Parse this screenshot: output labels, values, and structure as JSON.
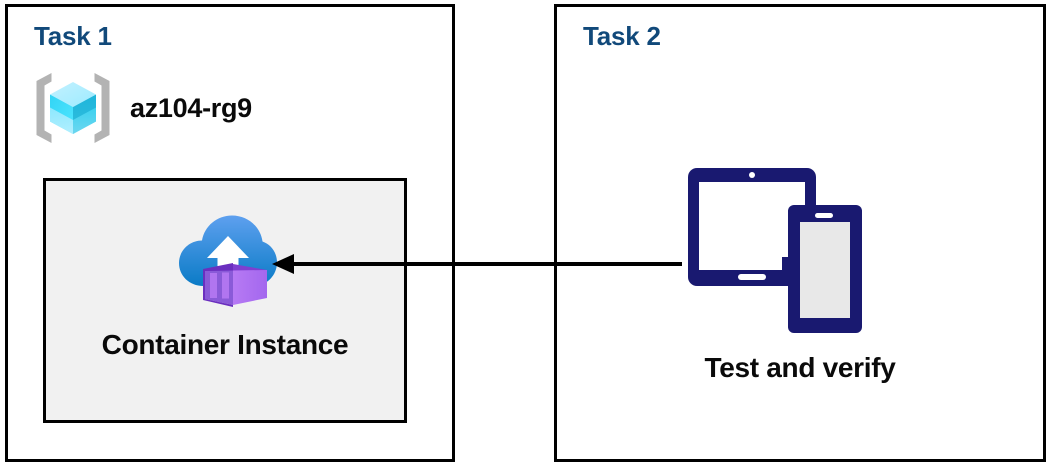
{
  "diagram": {
    "type": "architecture-flow",
    "panels": [
      {
        "id": "task1",
        "title": "Task 1",
        "title_color": "#11497A",
        "resource_group": {
          "icon": "azure-resource-group-icon",
          "name": "az104-rg9"
        },
        "resource": {
          "icon": "azure-container-instance-icon",
          "label": "Container Instance",
          "box_fill": "#F1F1F1",
          "box_border": "#000000"
        }
      },
      {
        "id": "task2",
        "title": "Task 2",
        "title_color": "#11497A",
        "resource": {
          "icon": "devices-tablet-phone-icon",
          "label": "Test and verify",
          "icon_color": "#191970",
          "phone_screen_color": "#E8E8E8"
        }
      }
    ],
    "connector": {
      "name": "flow-arrow",
      "direction": "right-to-left",
      "from": "Test and verify",
      "to": "Container Instance",
      "color": "#000000"
    }
  },
  "colors": {
    "title_blue": "#11497A",
    "panel_border": "#000000",
    "inner_box_fill": "#F1F1F1",
    "device_navy": "#191970",
    "cube_cyan": "#50E6FF",
    "container_purple": "#B77AF4",
    "cloud_blue": "#1E8FD5"
  }
}
